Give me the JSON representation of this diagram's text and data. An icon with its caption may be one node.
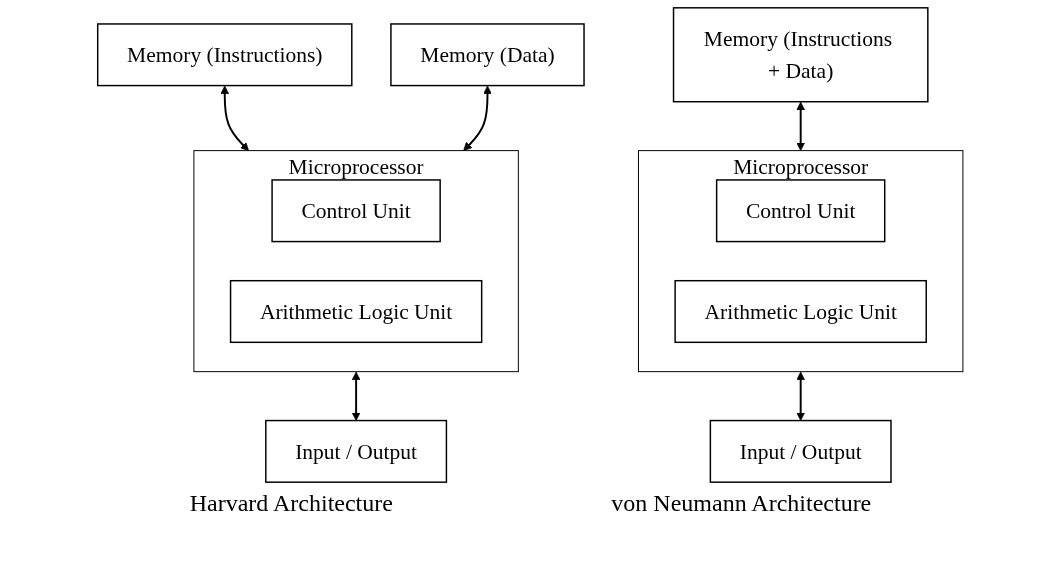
{
  "diagram": {
    "nodes": [
      {
        "text": [
          "Memory (Instructions)"
        ]
      },
      {
        "text": [
          "Memory (Data)"
        ]
      },
      {
        "text": [
          "Microprocessor"
        ]
      },
      {
        "text": [
          "Control Unit"
        ],
        "in": 2
      },
      {
        "text": [
          "Arithmetic Logic Unit"
        ],
        "in": 2
      },
      {
        "text": [
          "Input / Output"
        ]
      },
      {
        "text": [
          "Memory (Instructions + Data)"
        ]
      },
      {
        "text": [
          "Microprocessor"
        ]
      },
      {
        "text": [
          "Control Unit"
        ],
        "in": 7
      },
      {
        "text": [
          "Arithmetic Logic Unit"
        ],
        "in": 7
      },
      {
        "text": [
          "Input / Output"
        ]
      }
    ],
    "edges": [
      {
        "from": 0,
        "to": 2,
        "arrow": "both"
      },
      {
        "from": 1,
        "to": 2,
        "arrow": "both"
      },
      {
        "from": 2,
        "to": 5,
        "arrow": "both"
      },
      {
        "from": 6,
        "to": 7,
        "arrow": "both"
      },
      {
        "from": 7,
        "to": 10,
        "arrow": "both"
      }
    ],
    "labels": [
      "Harvard Architecture",
      "von Neumann Architecture"
    ]
  }
}
